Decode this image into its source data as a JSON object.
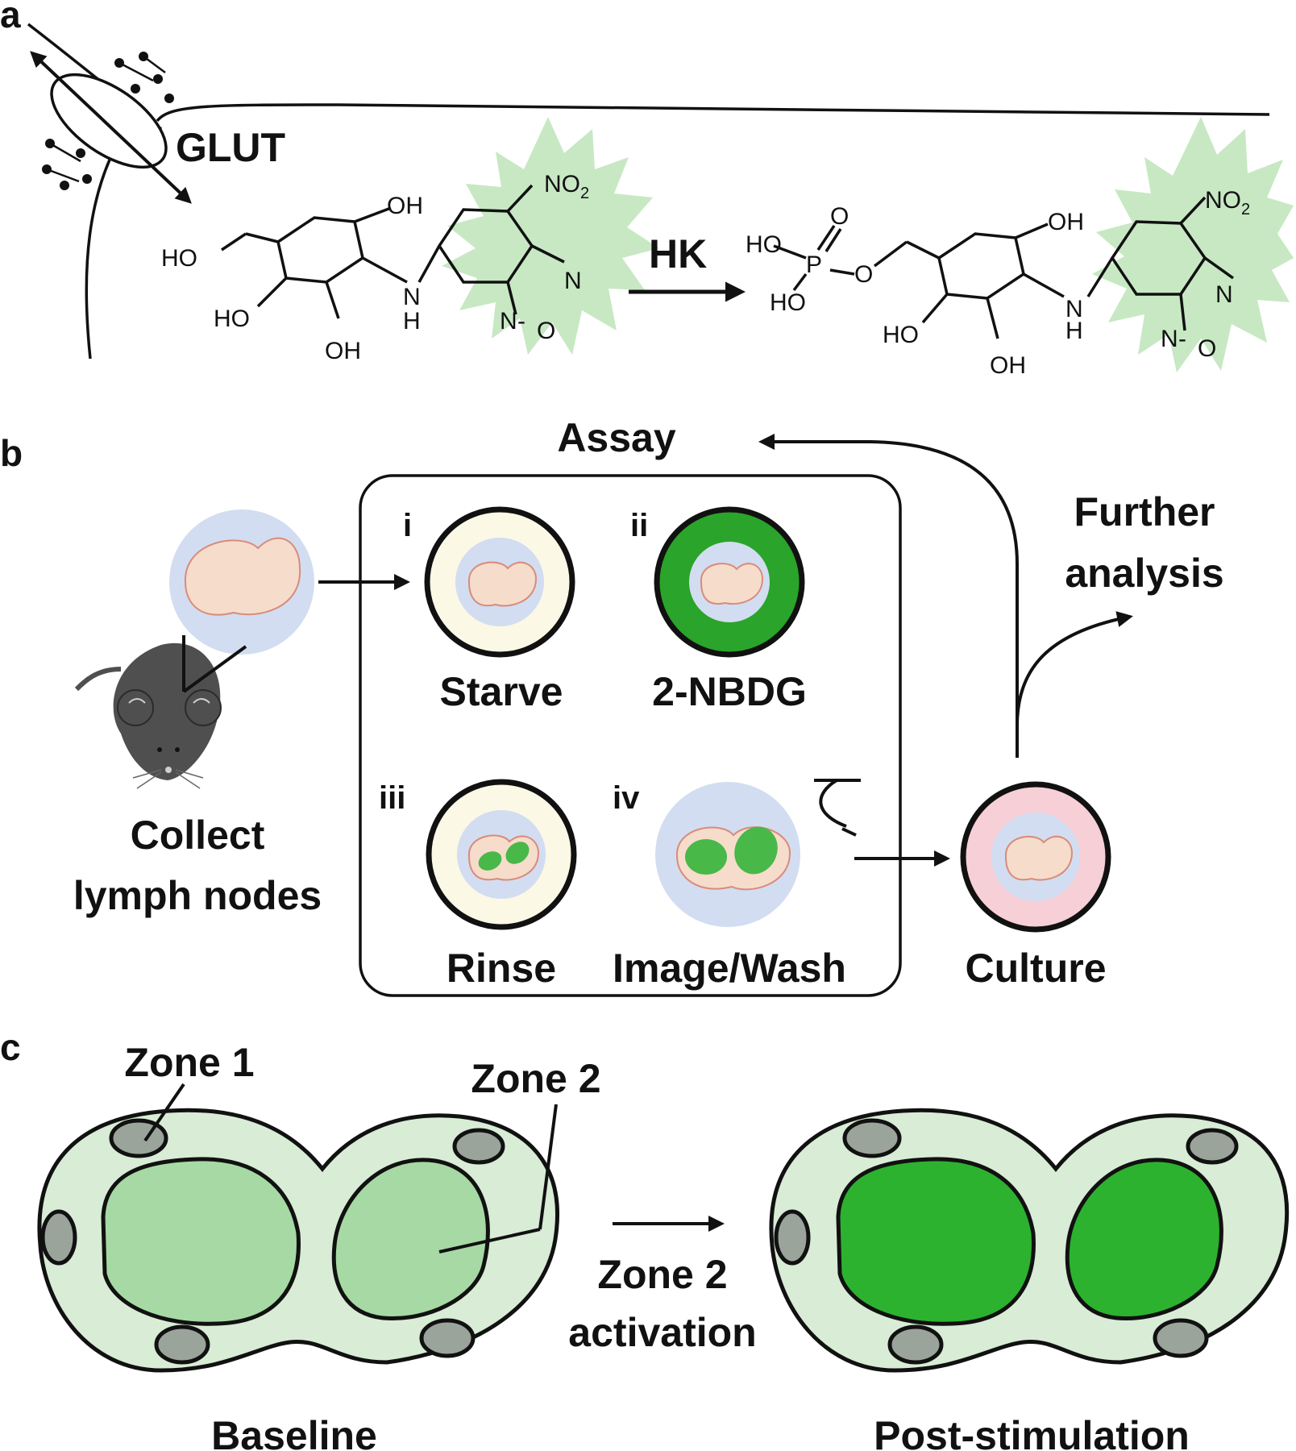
{
  "panel_a": {
    "label": "a",
    "glut": "GLUT",
    "enzyme": "HK",
    "molecule_left": {
      "oh_top": "OH",
      "ho_left": "HO",
      "ho_bottom_left": "HO",
      "oh_bottom": "OH",
      "n": "N",
      "h": "H",
      "no2": "NO",
      "no2_sub": "2",
      "ring_n_top": "N",
      "ring_n_bottom": "N",
      "ring_o": "O",
      "ring_dash": "-"
    },
    "molecule_right": {
      "p_ho_top": "HO",
      "p": "P",
      "p_o": "O",
      "p_ho_bottom": "HO",
      "p_link_o": "O",
      "oh_top": "OH",
      "ho_bottom_left": "HO",
      "oh_bottom": "OH",
      "n": "N",
      "h": "H",
      "no2": "NO",
      "no2_sub": "2",
      "ring_n_top": "N",
      "ring_n_bottom": "N",
      "ring_o": "O",
      "ring_dash": "-"
    }
  },
  "panel_b": {
    "label": "b",
    "assay": "Assay",
    "collect_line1": "Collect",
    "collect_line2": "lymph nodes",
    "steps": [
      {
        "num": "i",
        "label": "Starve"
      },
      {
        "num": "ii",
        "label": "2-NBDG"
      },
      {
        "num": "iii",
        "label": "Rinse"
      },
      {
        "num": "iv",
        "label": "Image/Wash"
      }
    ],
    "culture": "Culture",
    "further_line1": "Further",
    "further_line2": "analysis"
  },
  "panel_c": {
    "label": "c",
    "zone1": "Zone 1",
    "zone2": "Zone 2",
    "activation_line1": "Zone 2",
    "activation_line2": "activation",
    "baseline": "Baseline",
    "post": "Post-stimulation"
  },
  "colors": {
    "fluor_green": "#c7e8c3",
    "well_blue": "#d2ddf1",
    "node_peach": "#f6dccb",
    "starve_cream": "#fbf8e6",
    "nbdg_green": "#2aa42a",
    "culture_pink": "#f7cfd6",
    "zone_pale": "#d8ecd6",
    "zone2_baseline": "#a7d9a4",
    "zone2_post": "#2cb22f",
    "zone1_grey": "#9aa49b"
  }
}
